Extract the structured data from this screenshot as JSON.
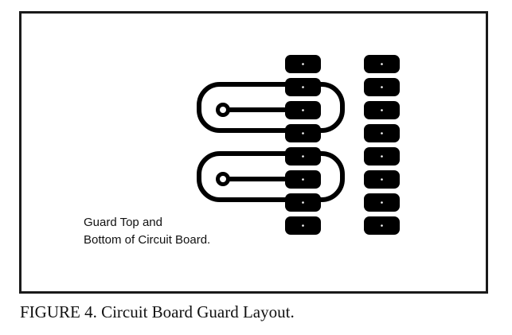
{
  "figure": {
    "label_line1": "Guard Top and",
    "label_line2": "Bottom of Circuit Board.",
    "caption": "FIGURE 4. Circuit Board Guard Layout."
  },
  "layout_content": {
    "pad_columns": 2,
    "pads_per_column": 8,
    "guard_loops": 2
  },
  "colors": {
    "ink": "#000000",
    "background": "#ffffff"
  }
}
